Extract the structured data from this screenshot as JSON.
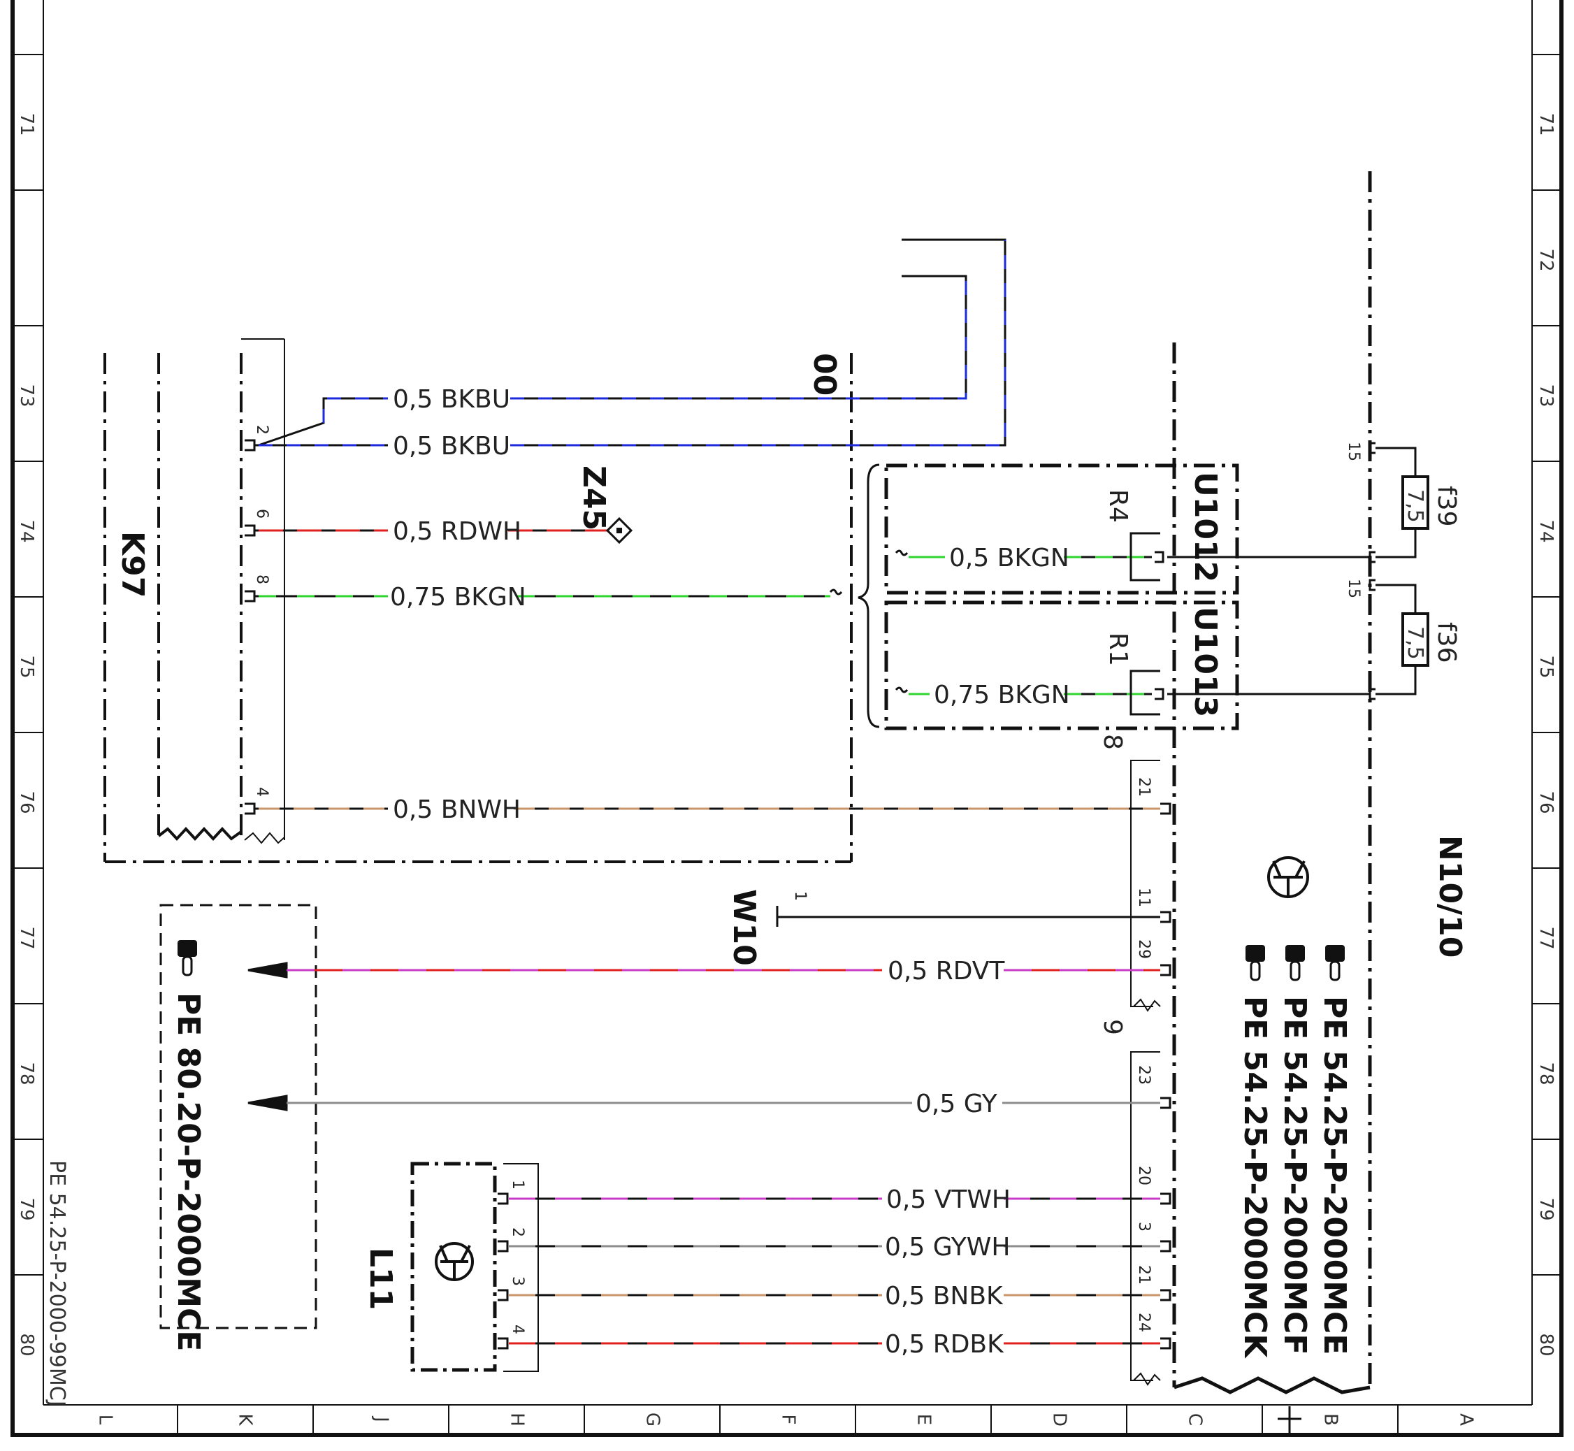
{
  "doc_id": "PE 54.25-P-2000-99MCJ",
  "row_labels": [
    "71",
    "72",
    "73",
    "74",
    "75",
    "76",
    "77",
    "78",
    "79",
    "80"
  ],
  "column_labels": [
    "L",
    "K",
    "J",
    "H",
    "G",
    "F",
    "E",
    "D",
    "C",
    "B",
    "A"
  ],
  "components": {
    "k97": "K97",
    "z45": "Z45",
    "w10": "W10",
    "l11": "L11",
    "u1012": "U1012",
    "u1013": "U1013",
    "r4": "R4",
    "r1": "R1",
    "n10": "N10/10",
    "f39": "f39",
    "f36": "f36",
    "oo": "00"
  },
  "fuse_values": {
    "f39": "7,5",
    "f36": "7,5"
  },
  "references": {
    "left_box": "PE 80.20-P-2000MCE",
    "n10_refs": [
      "PE 54.25-P-2000MCE",
      "PE 54.25-P-2000MCF",
      "PE 54.25-P-2000MCK"
    ]
  },
  "connector_labels": {
    "n10_upper": "8",
    "n10_lower": "9"
  },
  "wire_labels": {
    "w1": "0,5 BKBU",
    "w2": "0,5 BKBU",
    "w3": "0,5 RDWH",
    "w4": "0,75 BKGN",
    "w5": "0,5 BNWH",
    "w6": "0,5 BKGN",
    "w7": "0,75 BKGN",
    "w8": "0,5 RDVT",
    "w9": "0,5 GY",
    "w10": "0,5 VTWH",
    "w11": "0,5 GYWH",
    "w12": "0,5 BNBK",
    "w13": "0,5 RDBK"
  },
  "pins": {
    "k97": [
      "2",
      "6",
      "8",
      "4"
    ],
    "w10": "1",
    "n10": [
      "21",
      "11",
      "29",
      "23",
      "20",
      "3",
      "21",
      "24"
    ],
    "l11": [
      "1",
      "2",
      "3",
      "4"
    ],
    "fuses": [
      "15",
      "15"
    ]
  },
  "wire_colors": {
    "BK": "#111111",
    "BU": "#1e2bdc",
    "RD": "#e0201c",
    "GN": "#2fd42f",
    "BN": "#c8966a",
    "VT": "#c83cc8",
    "GY": "#8c8c8c",
    "WH": "#ffffff"
  }
}
